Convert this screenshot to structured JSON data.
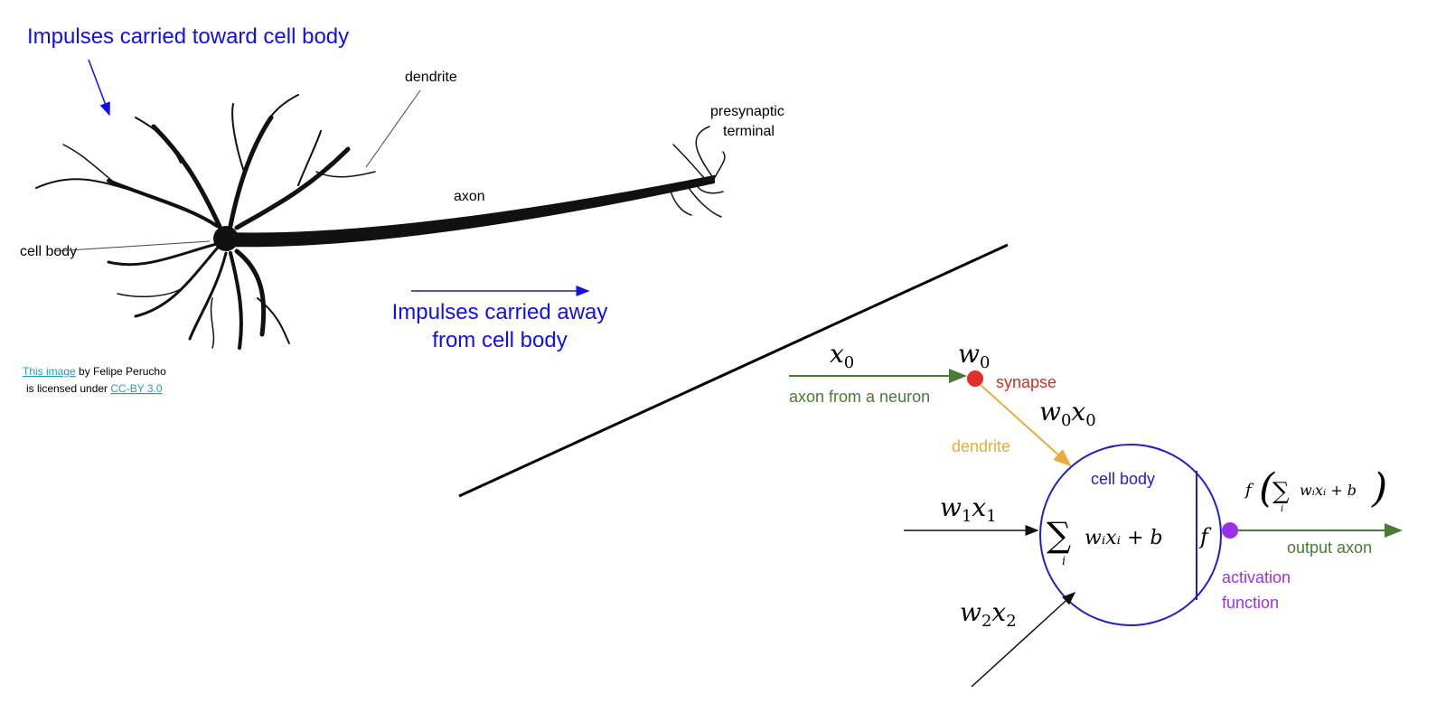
{
  "biological": {
    "title_toward": "Impulses carried toward cell body",
    "label_dendrite": "dendrite",
    "label_presynaptic_1": "presynaptic",
    "label_presynaptic_2": "terminal",
    "label_axon": "axon",
    "label_cell_body": "cell body",
    "away_1": "Impulses carried away",
    "away_2": "from cell body",
    "attribution": {
      "link1": "This image",
      "text1": " by Felipe Perucho",
      "text2": "is licensed under ",
      "link2": "CC-BY 3.0"
    }
  },
  "model": {
    "x0": "x",
    "x0_sub": "0",
    "w0": "w",
    "w0_sub": "0",
    "synapse": "synapse",
    "axon_from_neuron": "axon from a neuron",
    "w0x0_w": "w",
    "w0x0_x": "x",
    "sub0": "0",
    "dendrite": "dendrite",
    "cell_body": "cell body",
    "w1x1_w": "w",
    "w1x1_x": "x",
    "sub1": "1",
    "w2x2_w": "w",
    "w2x2_x": "x",
    "sub2": "2",
    "sum_symbol": "∑",
    "sum_index": "i",
    "sum_expr": "wᵢxᵢ + b",
    "f": "f",
    "output_expr_f": "f",
    "output_expr": "wᵢxᵢ + b",
    "output_axon": "output axon",
    "activation_1": "activation",
    "activation_2": "function"
  },
  "colors": {
    "blue": "#1010ee",
    "green": "#4a7a35",
    "red": "#e0302a",
    "orange": "#e8ac3a",
    "purple": "#9b30e8",
    "circle": "#2020c0"
  }
}
